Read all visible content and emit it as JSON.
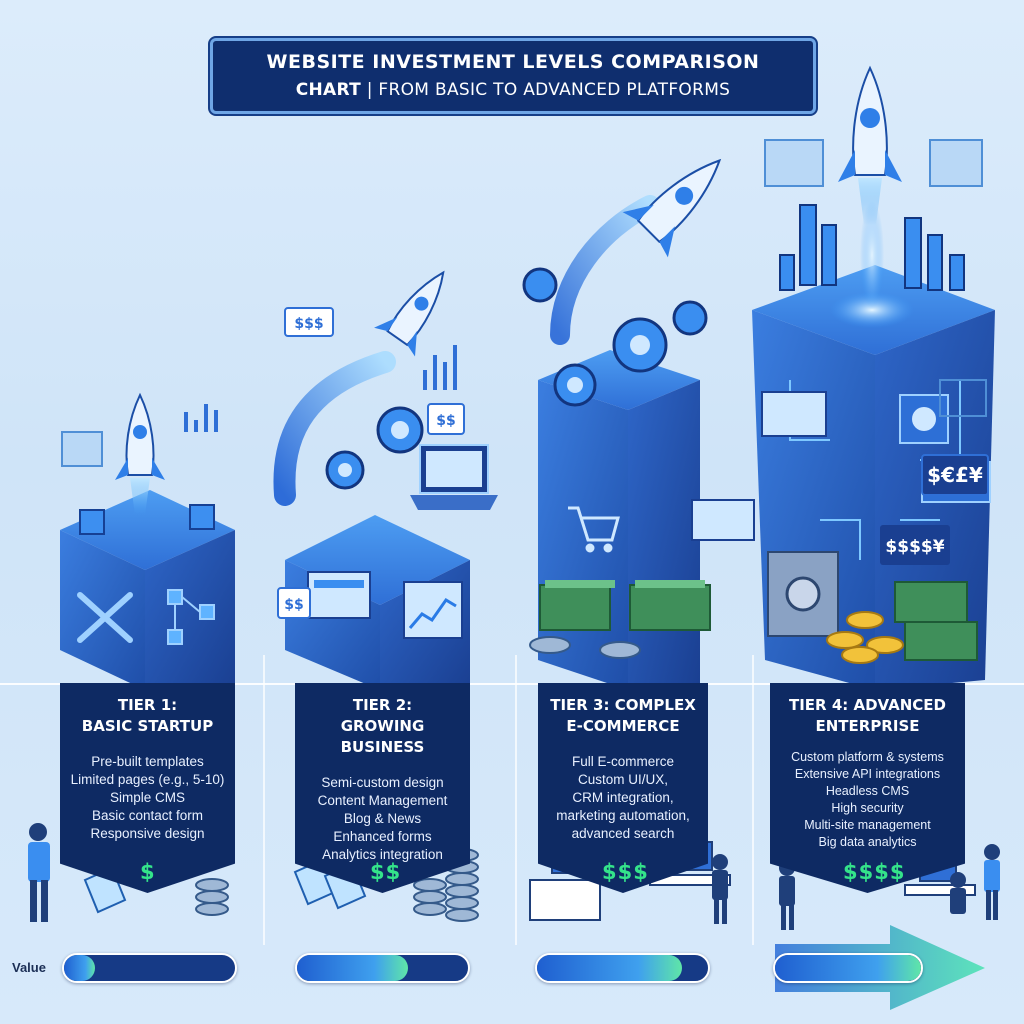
{
  "title": {
    "line1": "WEBSITE INVESTMENT LEVELS COMPARISON",
    "line2_strong": "CHART",
    "line2_rest": " | FROM BASIC TO ADVANCED PLATFORMS"
  },
  "tiers": [
    {
      "heading_line1": "TIER 1:",
      "heading_line2": "BASIC STARTUP",
      "features": [
        "Pre-built templates",
        "Limited pages (e.g., 5-10)",
        "Simple CMS",
        "Basic contact form",
        "Responsive design"
      ],
      "price": "$",
      "value_level": 0.18
    },
    {
      "heading_line1": "TIER 2:",
      "heading_line2": "GROWING BUSINESS",
      "features": [
        "Semi-custom design",
        "Content Management",
        "Blog & News",
        "Enhanced forms",
        "Analytics integration"
      ],
      "price": "$$",
      "value_level": 0.65
    },
    {
      "heading_line1": "TIER 3: COMPLEX",
      "heading_line2": "E-COMMERCE",
      "features": [
        "Full E-commerce",
        "Custom UI/UX,",
        "CRM integration,",
        "marketing automation,",
        "advanced search"
      ],
      "price": "$$$",
      "value_level": 0.85
    },
    {
      "heading_line1": "TIER 4: ADVANCED",
      "heading_line2": "ENTERPRISE",
      "features": [
        "Custom platform & systems",
        "Extensive API integrations",
        "Headless CMS",
        "High security",
        "Multi-site management",
        "Big data analytics"
      ],
      "price": "$$$$",
      "value_level": 1.0
    }
  ],
  "scene_labels": {
    "sign_t2a": "$$$",
    "sign_t2b": "$$",
    "sign_t2c": "$$",
    "sign_t4a": "$€£¥",
    "sign_t4b": "$$$$¥"
  },
  "value_axis": {
    "label": "Value"
  },
  "colors": {
    "panel": "#0e2a63",
    "accent_green": "#34e38a",
    "accent_blue": "#3a8ef0",
    "background": "#d3e7fa"
  }
}
